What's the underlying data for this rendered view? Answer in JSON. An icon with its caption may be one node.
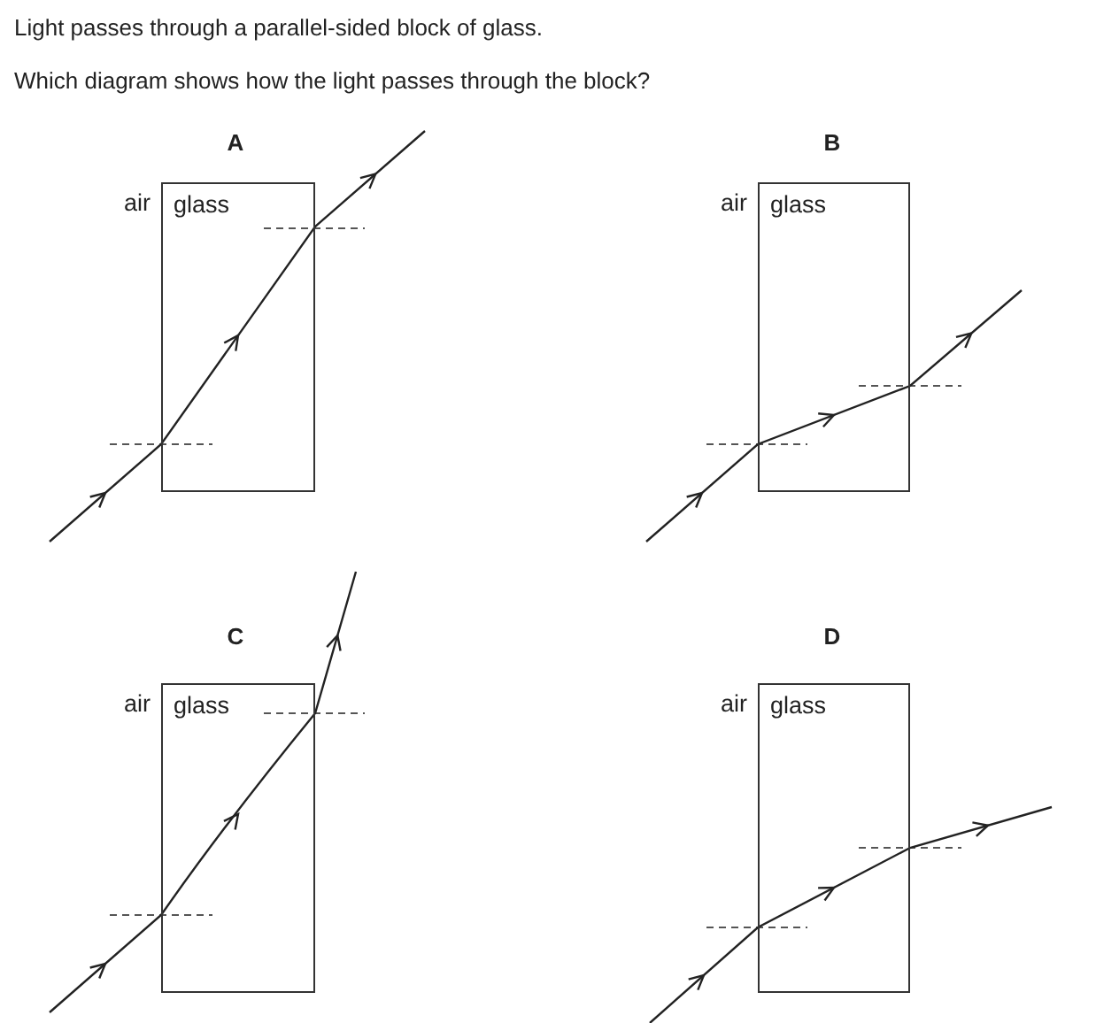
{
  "diagram": {
    "nodes": [
      {
        "text": [
          "glass"
        ],
        "beside": [
          "air"
        ]
      },
      {
        "text": [
          "glass"
        ],
        "beside": [
          "air"
        ]
      },
      {
        "text": [
          "glass"
        ],
        "beside": [
          "air"
        ]
      },
      {
        "text": [
          "glass"
        ],
        "beside": [
          "air"
        ]
      }
    ],
    "labels": [
      "Light passes through a parallel-sided block of glass.",
      "Which diagram shows how the light passes through the block?",
      "A",
      "B",
      "C",
      "D"
    ]
  }
}
